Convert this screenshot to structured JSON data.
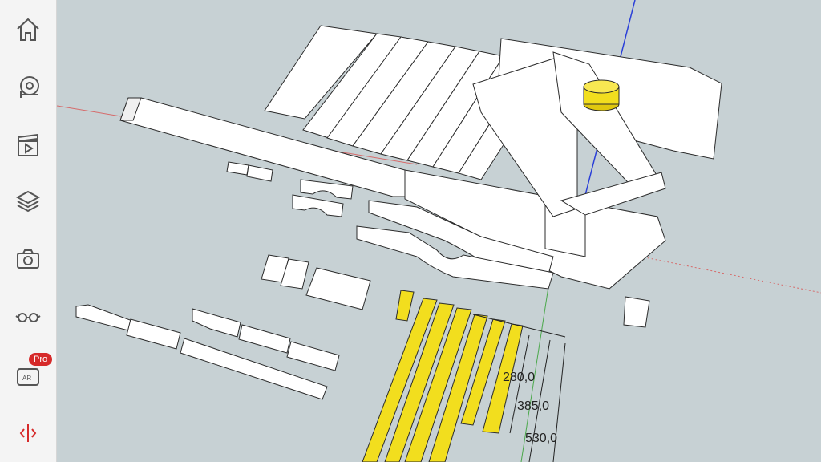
{
  "sidebar": {
    "tools": [
      {
        "icon": "home-icon"
      },
      {
        "icon": "tape-measure-icon"
      },
      {
        "icon": "scenes-clapper-icon"
      },
      {
        "icon": "layers-icon"
      },
      {
        "icon": "camera-icon"
      },
      {
        "icon": "glasses-view-icon"
      },
      {
        "icon": "ar-icon",
        "badge": "Pro"
      },
      {
        "icon": "section-plane-icon"
      }
    ]
  },
  "dimensions": [
    "280,0",
    "385,0",
    "530,0"
  ],
  "colors": {
    "viewport_bg": "#c7d1d4",
    "selected_part": "#f2de1e",
    "part_face": "#ffffff",
    "edge": "#2b2b2b",
    "accent": "#d62a2a"
  }
}
